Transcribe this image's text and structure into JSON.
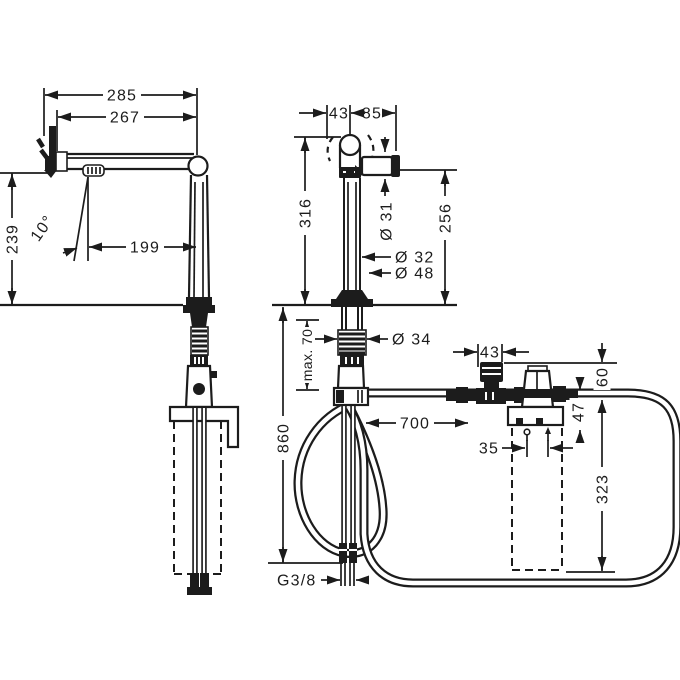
{
  "colors": {
    "line": "#1c1c1c",
    "background": "#ffffff"
  },
  "dims": {
    "side": {
      "reach_total": "285",
      "reach_spout": "267",
      "outlet_height": "239",
      "swivel_angle": "10°",
      "aerator_offset": "199"
    },
    "front": {
      "handle_offset": "43",
      "handle_length": "85",
      "body_height": "316",
      "pipe_diameter": "Ø 31",
      "handle_height": "256",
      "shank_diameter": "Ø 32",
      "base_diameter": "Ø 48"
    },
    "install": {
      "hole_diameter": "Ø 34",
      "deck_thickness_max": "max. 70",
      "hose_length": "860",
      "connection_thread": "G3/8",
      "hose_run": "700"
    },
    "filter": {
      "valve_width": "43",
      "inlet_height": "60",
      "head_height": "47",
      "port_spacing": "35",
      "cartridge_height": "323"
    }
  }
}
